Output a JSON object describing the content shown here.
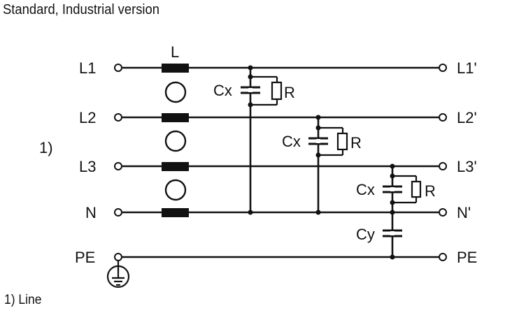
{
  "title": "Standard, Industrial version",
  "footnote": "1) Line",
  "marker": "1)",
  "labels": {
    "inductor": "L",
    "in_l1": "L1",
    "in_l2": "L2",
    "in_l3": "L3",
    "in_n": "N",
    "in_pe": "PE",
    "out_l1": "L1'",
    "out_l2": "L2'",
    "out_l3": "L3'",
    "out_n": "N'",
    "out_pe": "PE",
    "cx": "Cx",
    "r": "R",
    "cy": "Cy"
  },
  "icons": {
    "ground": "ground-icon"
  }
}
